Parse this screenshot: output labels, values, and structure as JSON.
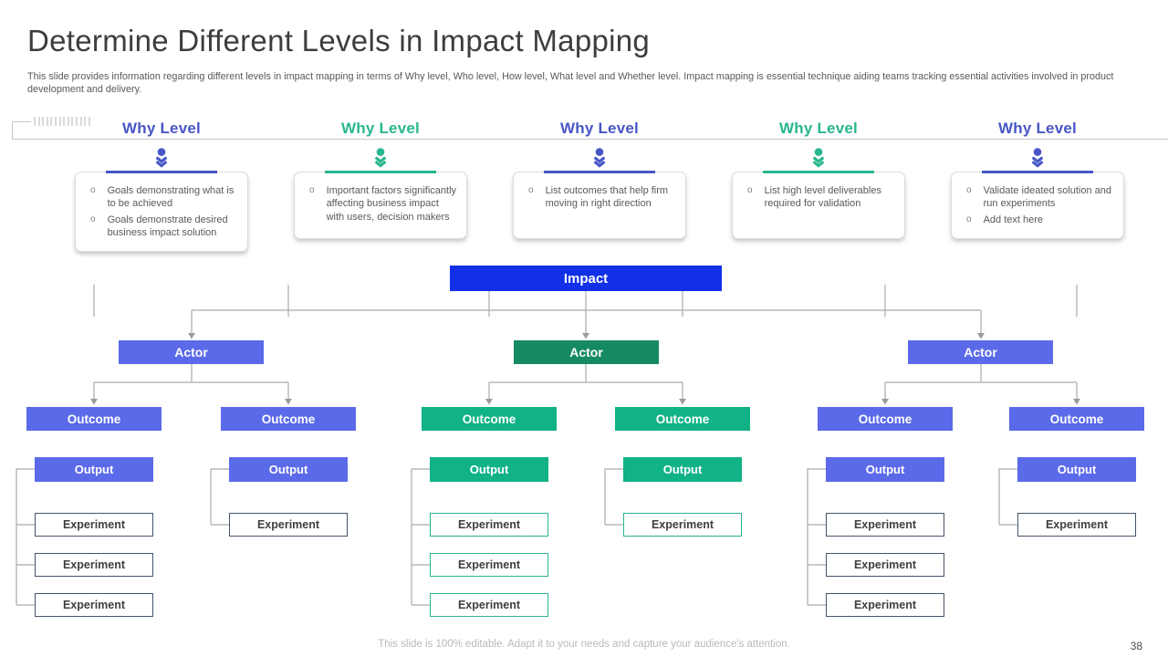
{
  "slide": {
    "title": "Determine Different Levels in Impact Mapping",
    "subtitle": "This slide provides information regarding different levels in impact mapping in terms of Why level, Who level, How level, What level and Whether level. Impact mapping is essential technique aiding teams tracking essential activities involved in product development and delivery.",
    "footer": "This slide is 100% editable. Adapt it to your needs and capture your audience's attention.",
    "page_number": "38"
  },
  "colors": {
    "blue_accent": "#4756c6",
    "green_accent": "#29b68f",
    "impact_blue": "#1130e8",
    "node_blue": "#5b6ae8",
    "node_green": "#10b286",
    "actor_green": "#168a63",
    "experiment_border_blue": "#44546a",
    "experiment_border_green": "#2bb394",
    "line_gray": "#ababab"
  },
  "icons": {
    "level_pointer": "double-chevron-down"
  },
  "levels": [
    {
      "label": "Why Level",
      "theme": "blue",
      "bullets": [
        "Goals demonstrating what is to be achieved",
        "Goals demonstrate desired business impact solution"
      ]
    },
    {
      "label": "Why Level",
      "theme": "green",
      "bullets": [
        "Important factors significantly affecting business impact with users, decision makers"
      ]
    },
    {
      "label": "Why Level",
      "theme": "blue",
      "bullets": [
        "List outcomes that help firm moving in right direction"
      ]
    },
    {
      "label": "Why Level",
      "theme": "green",
      "bullets": [
        "List high level deliverables required for validation"
      ]
    },
    {
      "label": "Why Level",
      "theme": "blue",
      "bullets": [
        "Validate ideated solution and run experiments",
        "Add text here"
      ]
    }
  ],
  "map": {
    "impact_label": "Impact",
    "actors": [
      {
        "label": "Actor",
        "theme": "blue"
      },
      {
        "label": "Actor",
        "theme": "green-dark"
      },
      {
        "label": "Actor",
        "theme": "blue"
      }
    ],
    "branches": [
      {
        "outcome": "Outcome",
        "output": "Output",
        "theme": "blue",
        "experiments": [
          "Experiment",
          "Experiment",
          "Experiment"
        ]
      },
      {
        "outcome": "Outcome",
        "output": "Output",
        "theme": "blue",
        "experiments": [
          "Experiment"
        ]
      },
      {
        "outcome": "Outcome",
        "output": "Output",
        "theme": "green",
        "experiments": [
          "Experiment",
          "Experiment",
          "Experiment"
        ]
      },
      {
        "outcome": "Outcome",
        "output": "Output",
        "theme": "green",
        "experiments": [
          "Experiment"
        ]
      },
      {
        "outcome": "Outcome",
        "output": "Output",
        "theme": "blue",
        "experiments": [
          "Experiment",
          "Experiment",
          "Experiment"
        ]
      },
      {
        "outcome": "Outcome",
        "output": "Output",
        "theme": "blue",
        "experiments": [
          "Experiment"
        ]
      }
    ]
  }
}
